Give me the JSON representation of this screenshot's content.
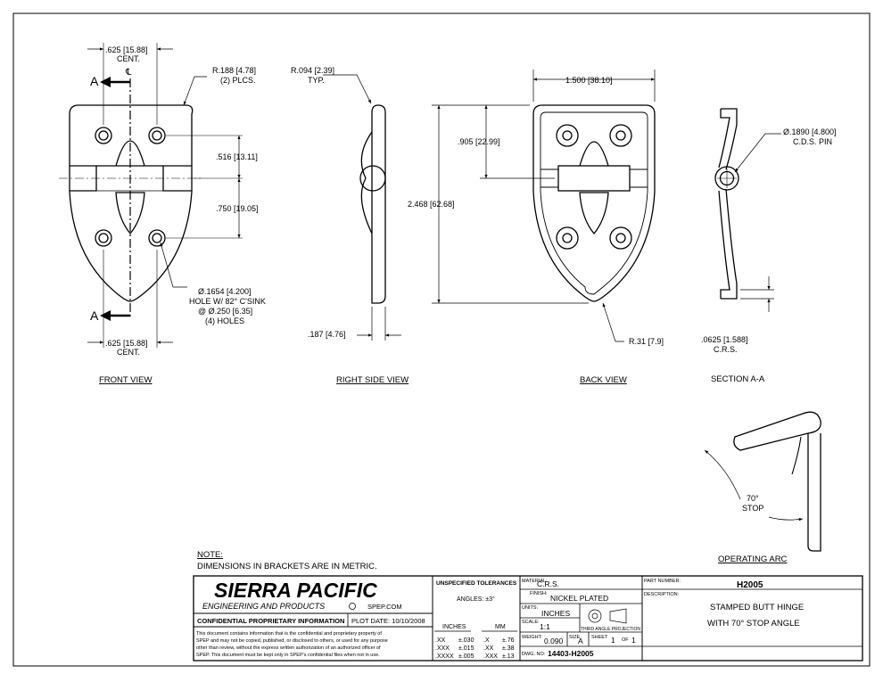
{
  "drawing": {
    "front_view": {
      "title": "FRONT   VIEW",
      "section_letter_top": "A",
      "section_letter_bottom": "A",
      "centerline_symbol": "℄",
      "dim_top": ".625 [15.88]",
      "cent_top": "CENT.",
      "dim_bottom": ".625 [15.88]",
      "cent_bottom": "CENT.",
      "radius_note_1": "R.188 [4.78]",
      "radius_note_2": "(2) PLCS.",
      "dim_516": ".516 [13.11]",
      "dim_750": ".750 [19.05]",
      "hole_note_1": "Ø.1654 [4.200]",
      "hole_note_2": "HOLE W/ 82° C'SINK",
      "hole_note_3": "@ Ø.250 [6.35]",
      "hole_note_4": "(4) HOLES"
    },
    "right_side_view": {
      "title": "RIGHT SIDE VIEW",
      "radius_note_1": "R.094 [2.39]",
      "radius_note_2": "TYP.",
      "dim_thickness": ".187 [4.76]"
    },
    "back_view": {
      "title": "BACK VIEW",
      "dim_width": "1.500 [38.10]",
      "dim_905": ".905 [22.99]",
      "dim_height": "2.468 [62.68]",
      "radius_note": "R.31 [7.9]"
    },
    "section_aa": {
      "title": "SECTION A-A",
      "pin_note_1": "Ø.1890 [4.800]",
      "pin_note_2": "C.D.S. PIN",
      "thk_note_1": ".0625 [1.588]",
      "thk_note_2": "C.R.S."
    },
    "operating_arc": {
      "title": "OPERATING ARC",
      "angle": "70°",
      "stop": "STOP"
    },
    "note": {
      "heading": "NOTE:",
      "text": "DIMENSIONS IN BRACKETS ARE IN METRIC."
    }
  },
  "title_block": {
    "company": "SIERRA PACIFIC",
    "company_sub": "ENGINEERING AND PRODUCTS",
    "website": "SPEP.COM",
    "confidential_label": "CONFIDENTIAL PROPRIETARY INFORMATION",
    "plot_date": "PLOT DATE: 10/10/2008",
    "disclaimer_1": "This document contains information that is the confidential and proprietary property of",
    "disclaimer_2": "SPEP and may not be copied, published, or disclosed to others, or used for any purpose",
    "disclaimer_3": "other than review, without the express written authorization of an authorized officer of",
    "disclaimer_4": "SPEP. This document must be kept only in SPEP's confidential files when not in use.",
    "tolerances_heading": "UNSPECIFIED TOLERANCES",
    "angles": "ANGLES: ±3°",
    "inches_label": "INCHES",
    "mm_label": "MM",
    "tol_rows": [
      {
        "in_fmt": ".XX",
        "in_val": "±.030",
        "mm_fmt": ".X",
        "mm_val": "±.76"
      },
      {
        "in_fmt": ".XXX",
        "in_val": "±.015",
        "mm_fmt": ".XX",
        "mm_val": "±.38"
      },
      {
        "in_fmt": ".XXXX",
        "in_val": "±.005",
        "mm_fmt": ".XXX",
        "mm_val": "±.13"
      }
    ],
    "material_label": "MATERIAL:",
    "material": "C.R.S.",
    "finish_label": "FINISH:",
    "finish": "NICKEL PLATED",
    "units_label": "UNITS:",
    "units": "INCHES",
    "scale_label": "SCALE:",
    "scale": "1:1",
    "projection": "THIRD ANGLE PROJECTION",
    "weight_label": "WEIGHT:",
    "weight": "0.090",
    "size_label": "SIZE:",
    "size": "A",
    "sheet_label": "SHEET",
    "sheet_num": "1",
    "of_label": "OF",
    "sheet_total": "1",
    "part_number_label": "PART NUMBER:",
    "part_number": "H2005",
    "description_label": "DESCRIPTION:",
    "description_1": "STAMPED BUTT HINGE",
    "description_2": "WITH 70° STOP ANGLE",
    "dwg_no_label": "DWG. NO:",
    "dwg_no": "14403-H2005"
  }
}
